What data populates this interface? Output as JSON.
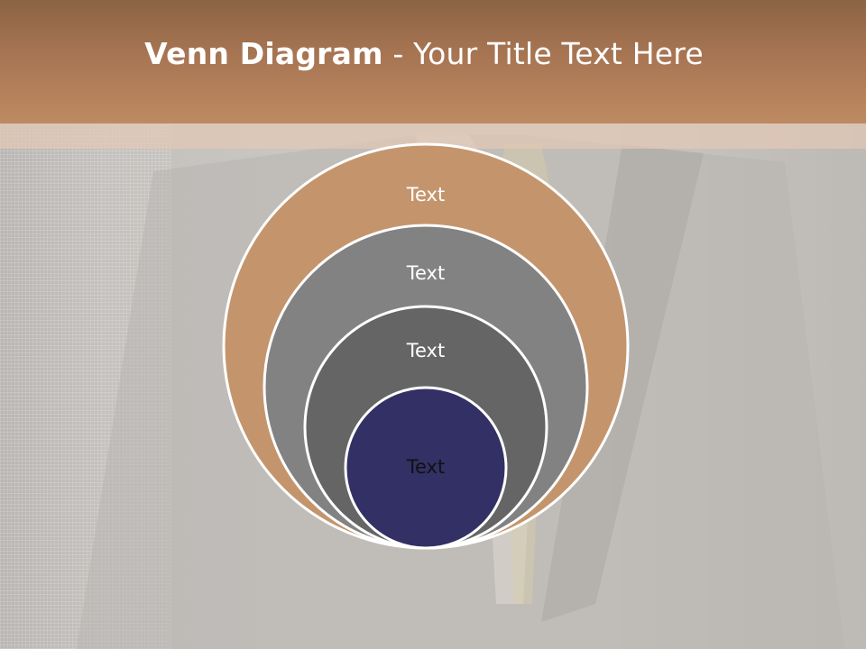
{
  "slide": {
    "title_bold": "Venn Diagram",
    "title_rest": " - Your Title Text Here"
  },
  "diagram": {
    "circles": [
      {
        "label": "Text",
        "fill": "#c4956c",
        "text_color": "#ffffff"
      },
      {
        "label": "Text",
        "fill": "#828282",
        "text_color": "#ffffff"
      },
      {
        "label": "Text",
        "fill": "#656565",
        "text_color": "#ffffff"
      },
      {
        "label": "Text",
        "fill": "#323064",
        "text_color": "#111111"
      }
    ]
  }
}
